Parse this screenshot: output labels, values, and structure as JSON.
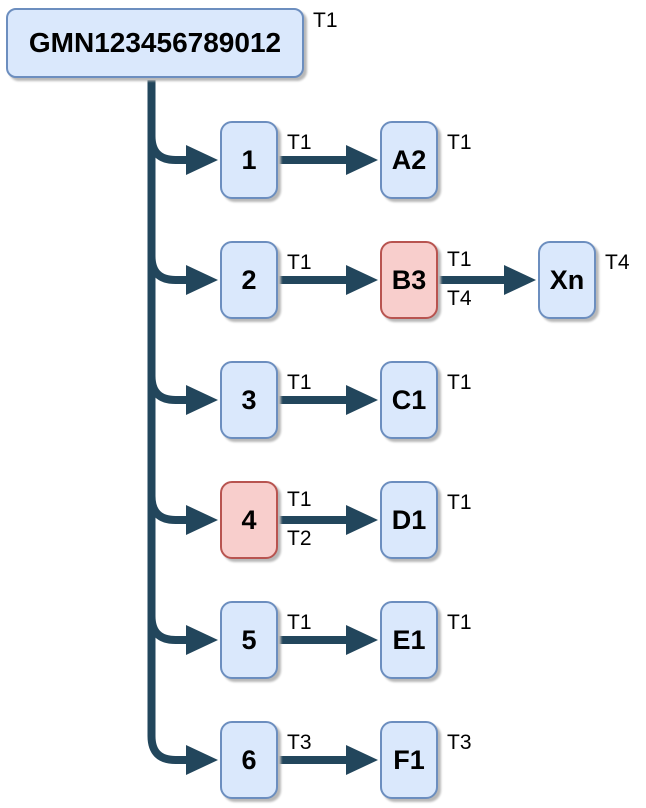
{
  "diagram": {
    "title_node": {
      "label": "GMN123456789012",
      "tag": "T1"
    },
    "rows": [
      {
        "source": {
          "label": "1",
          "tag_top": "T1"
        },
        "target": {
          "label": "A2",
          "tag_top": "T1"
        }
      },
      {
        "source": {
          "label": "2",
          "tag_top": "T1"
        },
        "target": {
          "label": "B3",
          "tag_top": "T1",
          "tag_bottom": "T4"
        },
        "extra": {
          "label": "Xn",
          "tag_top": "T4"
        }
      },
      {
        "source": {
          "label": "3",
          "tag_top": "T1"
        },
        "target": {
          "label": "C1",
          "tag_top": "T1"
        }
      },
      {
        "source": {
          "label": "4",
          "tag_top": "T1",
          "tag_bottom": "T2"
        },
        "target": {
          "label": "D1",
          "tag_top": "T1"
        }
      },
      {
        "source": {
          "label": "5",
          "tag_top": "T1"
        },
        "target": {
          "label": "E1",
          "tag_top": "T1"
        }
      },
      {
        "source": {
          "label": "6",
          "tag_top": "T3"
        },
        "target": {
          "label": "F1",
          "tag_top": "T3"
        }
      }
    ],
    "colors": {
      "node_fill": "#dae8fc",
      "node_border": "#6c8ebf",
      "highlight_fill": "#f8cecc",
      "highlight_border": "#b85450",
      "connector": "#22465c",
      "text": "#000000",
      "background": "#ffffff"
    }
  }
}
